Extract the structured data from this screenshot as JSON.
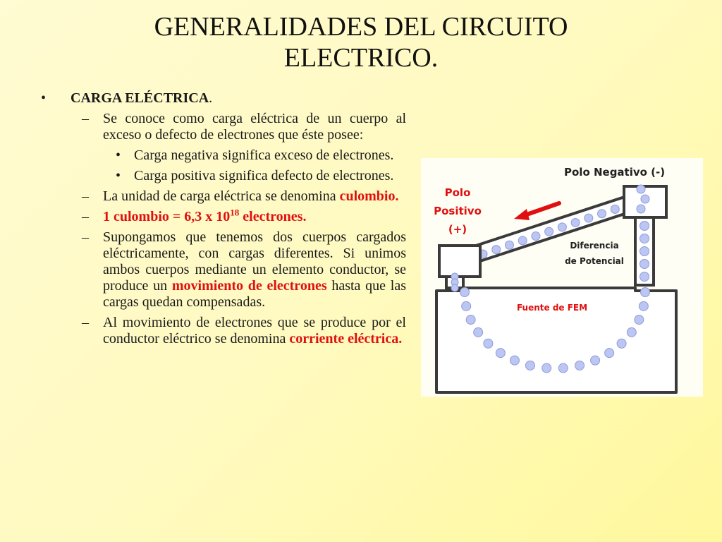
{
  "title": {
    "line1": "GENERALIDADES DEL CIRCUITO",
    "line2": "ELECTRICO."
  },
  "bullet": {
    "marker": "•",
    "label": "CARGA ELÉCTRICA",
    "period": "."
  },
  "items": {
    "definition": "Se conoce como carga eléctrica de un cuerpo al exceso o defecto de electrones que éste posee:",
    "negative": "Carga negativa significa exceso de electrones.",
    "positive": "Carga positiva significa defecto de electrones.",
    "unit_text": "La unidad de carga eléctrica se denomina ",
    "unit_highlight": "culombio.",
    "coulomb_base": "1 culombio = 6,3 x 10",
    "coulomb_exp": "18",
    "coulomb_tail": " electrones.",
    "suppose_text": "Supongamos que tenemos dos cuerpos cargados eléctricamente, con cargas diferentes. Si unimos ambos cuerpos mediante un elemento conductor, se produce un ",
    "suppose_highlight": "movimiento de electrones",
    "suppose_tail": " hasta que las cargas quedan compensadas.",
    "current_text": "Al movimiento de electrones que se produce por el conductor eléctrico se denomina ",
    "current_highlight": "corriente eléctrica."
  },
  "markers": {
    "dash": "–",
    "dot": "•"
  },
  "diagram": {
    "polo_negativo": "Polo Negativo (-)",
    "polo_positivo_1": "Polo",
    "polo_positivo_2": "Positivo",
    "polo_positivo_3": "(+)",
    "diferencia_1": "Diferencia",
    "diferencia_2": "de Potencial",
    "fuente": "Fuente de FEM"
  },
  "colors": {
    "highlight": "#e01010",
    "electron": "#bcc6f2",
    "outline": "#3a3a3a"
  }
}
